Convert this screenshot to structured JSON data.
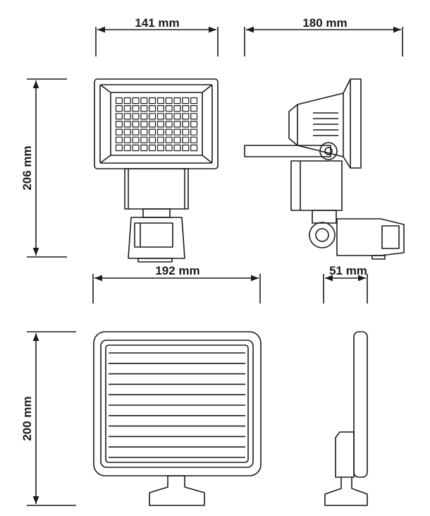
{
  "dimensions": {
    "lamp_front_width": "141 mm",
    "lamp_side_depth": "180 mm",
    "lamp_height": "206 mm",
    "panel_width": "192 mm",
    "panel_depth": "51 mm",
    "panel_height": "200 mm"
  },
  "led_grid": {
    "rows": 7,
    "cols": 10
  },
  "panel_slats": 11,
  "colors": {
    "stroke": "#1a1a1a",
    "background": "#ffffff"
  }
}
